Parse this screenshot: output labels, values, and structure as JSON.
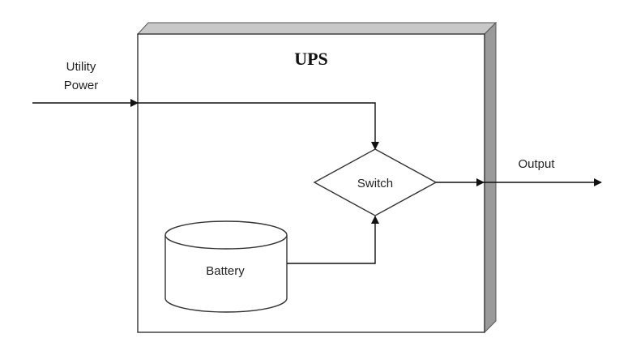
{
  "diagram": {
    "title": "UPS",
    "input_label_line1": "Utility",
    "input_label_line2": "Power",
    "switch_label": "Switch",
    "battery_label": "Battery",
    "output_label": "Output"
  }
}
